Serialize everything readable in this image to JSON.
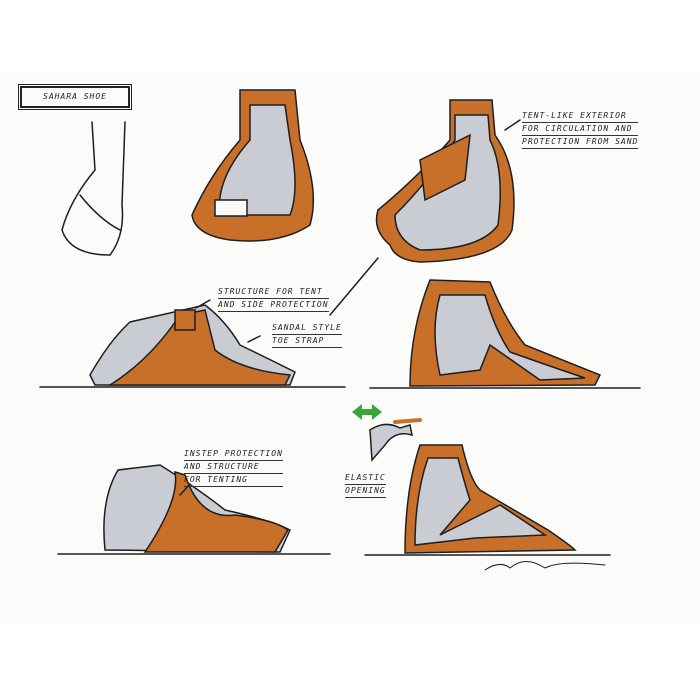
{
  "title": "Sahara Shoe",
  "notes": {
    "tent": [
      "Tent-like exterior",
      "for circulation and",
      "protection from sand"
    ],
    "structure": [
      "Structure for tent",
      "and side protection"
    ],
    "sandal": [
      "Sandal style",
      "toe strap"
    ],
    "instep": [
      "Instep protection",
      "and structure",
      "for tenting"
    ],
    "elastic": [
      "Elastic",
      "opening"
    ]
  },
  "colors": {
    "orange": "#c8702a",
    "gray": "#c9ccd3",
    "ink": "#1e1e1e",
    "arrow": "#3aa63a"
  }
}
